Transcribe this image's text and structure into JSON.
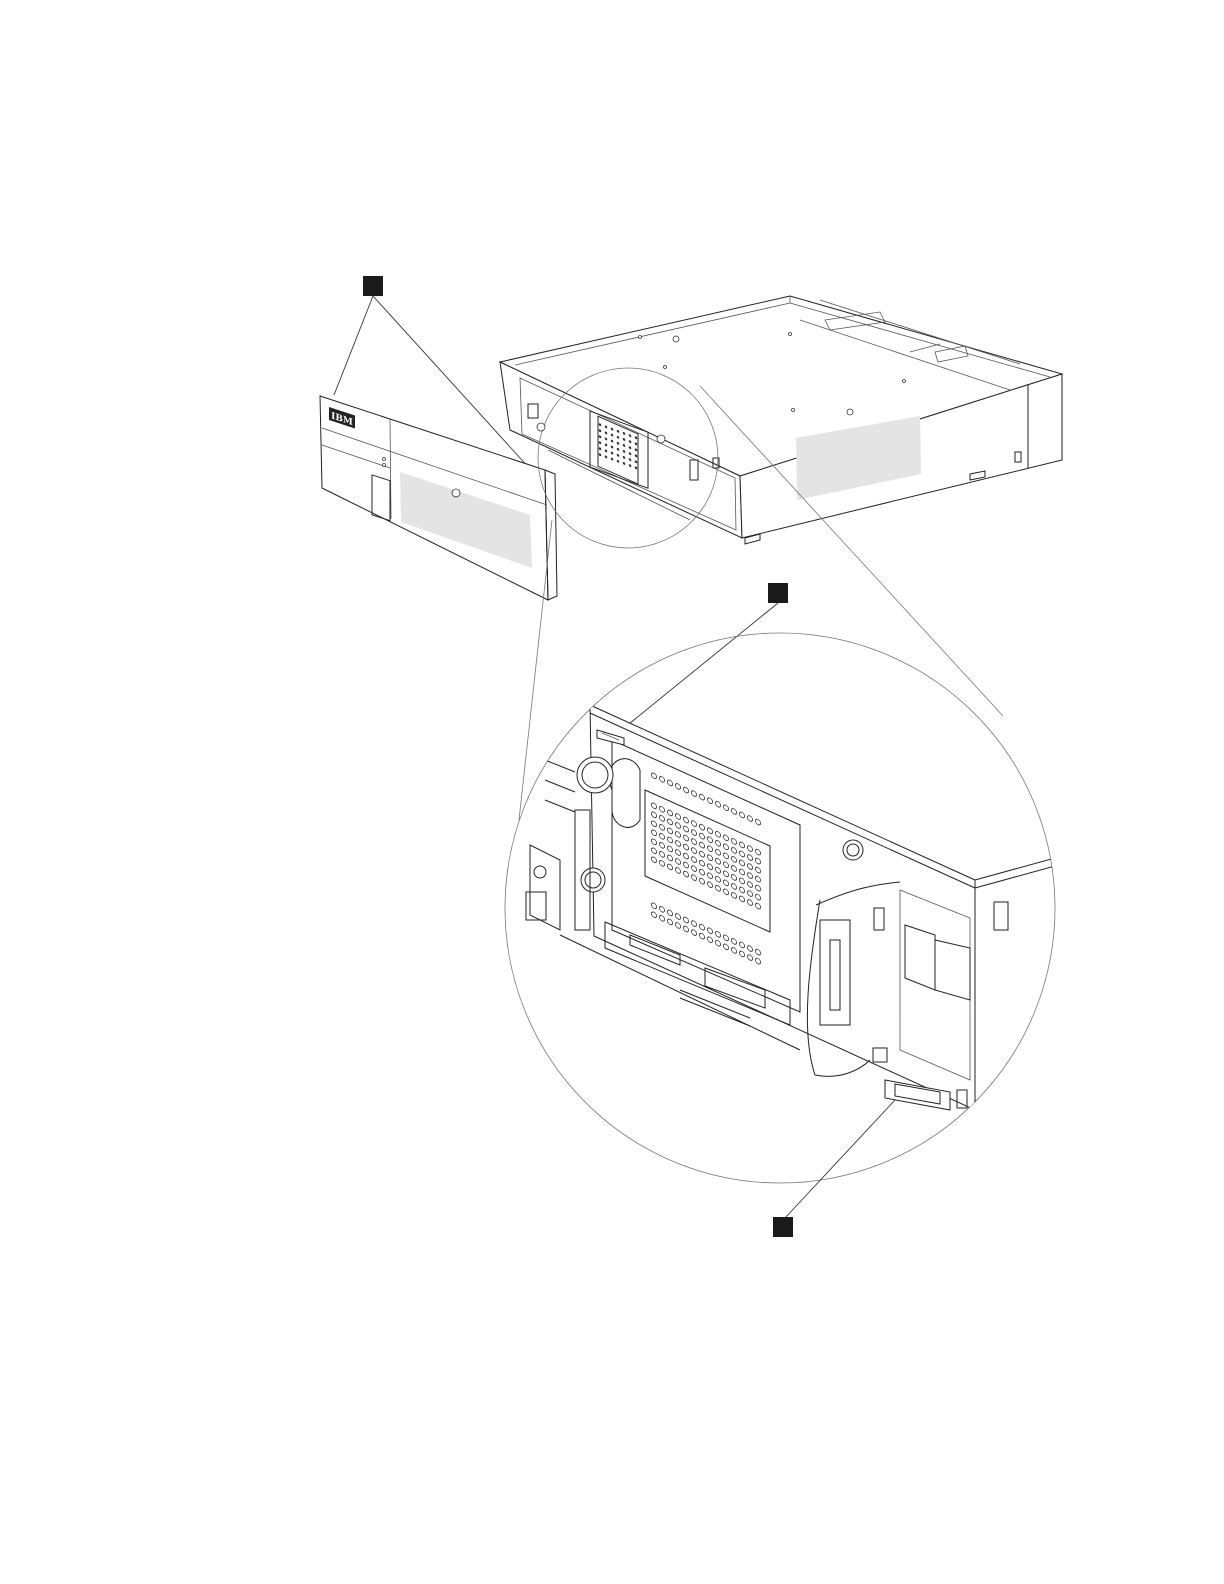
{
  "figure": {
    "description_visible_text": "",
    "bezel_logo": "IBM",
    "callouts": [
      {
        "id": "callout-bezel",
        "label": ""
      },
      {
        "id": "callout-top-latch",
        "label": ""
      },
      {
        "id": "callout-bottom-latch",
        "label": ""
      }
    ]
  },
  "colors": {
    "line": "#222222",
    "callout_fill": "#1a1a1a",
    "label_shade": "#e4e4e4",
    "background": "#ffffff"
  }
}
